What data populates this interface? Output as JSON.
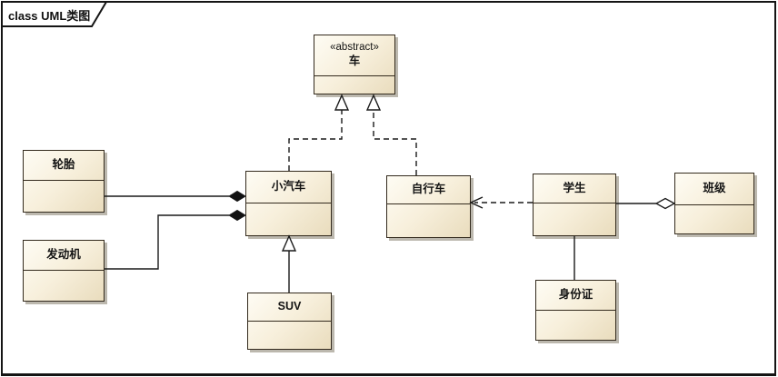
{
  "diagram": {
    "frame_label": "class UML类图",
    "classes": [
      {
        "key": "vehicle",
        "stereotype": "«abstract»",
        "name": "车"
      },
      {
        "key": "tire",
        "name": "轮胎"
      },
      {
        "key": "engine",
        "name": "发动机"
      },
      {
        "key": "car",
        "name": "小汽车"
      },
      {
        "key": "suv",
        "name": "SUV"
      },
      {
        "key": "bicycle",
        "name": "自行车"
      },
      {
        "key": "student",
        "name": "学生"
      },
      {
        "key": "clazz",
        "name": "班级"
      },
      {
        "key": "id_card",
        "name": "身份证"
      }
    ],
    "relationships": [
      {
        "type": "realization",
        "from": "小汽车",
        "to": "车",
        "notation": "dashed line, hollow triangle at 车"
      },
      {
        "type": "realization",
        "from": "自行车",
        "to": "车",
        "notation": "dashed line, hollow triangle at 车"
      },
      {
        "type": "composition",
        "from": "小汽车",
        "to": "轮胎",
        "notation": "solid line, filled diamond at 小汽车"
      },
      {
        "type": "composition",
        "from": "小汽车",
        "to": "发动机",
        "notation": "solid line, filled diamond at 小汽车"
      },
      {
        "type": "generalization",
        "from": "SUV",
        "to": "小汽车",
        "notation": "solid line, hollow triangle at 小汽车"
      },
      {
        "type": "dependency",
        "from": "学生",
        "to": "自行车",
        "notation": "dashed line, open arrow at 自行车"
      },
      {
        "type": "aggregation",
        "from": "班级",
        "to": "学生",
        "notation": "solid line, hollow diamond at 班级"
      },
      {
        "type": "association",
        "from": "学生",
        "to": "身份证",
        "notation": "solid line"
      }
    ],
    "colors": {
      "background": "#ffffff",
      "frame_border": "#141414",
      "box_border": "#332a1d",
      "box_fill_light": "#fefcf4",
      "box_fill_dark": "#e9dcbd",
      "box_shadow": "#bcb8ae",
      "line": "#1a1a1a"
    }
  }
}
